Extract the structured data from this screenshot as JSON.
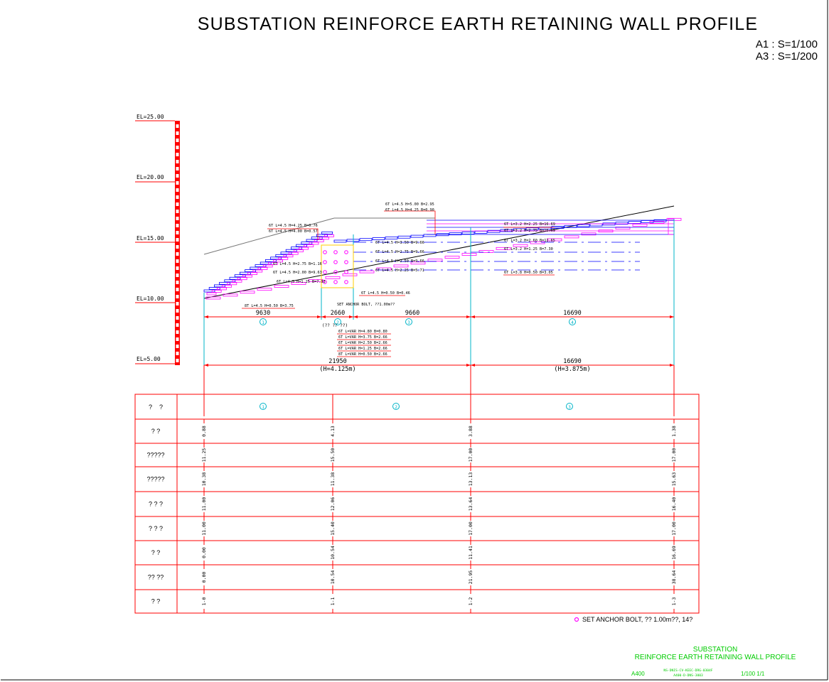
{
  "title": "SUBSTATION REINFORCE EARTH RETAINING WALL PROFILE",
  "scales": [
    "A1 : S=1/100",
    "A3 : S=1/200"
  ],
  "elevations": [
    "EL=25.00",
    "EL=20.00",
    "EL=15.00",
    "EL=10.00",
    "EL=5.00"
  ],
  "wall_labels": {
    "top_center_1": "6T L=4.5 H=5.00 B=2.95",
    "top_center_2": "6T L=4.5 H=4.25 B=0.90",
    "left_top_1": "6T L=4.5 H=4.25 B=0.76",
    "left_top_2": "6T L=4.5 H=4.00 B=0.57",
    "right_top_1": "6T L=3.2 H=2.25 B=16.69",
    "right_top_2": "6T L=3.2 H=2.75 B=16.69",
    "right_mid_1": "6T L=3.2 H=2.60 B=12.65",
    "right_mid_2": "6T L=3.2 H=1.25 B=7.30",
    "center_mid_1": "6T L=4.5 H=3.50 B=9.66",
    "center_mid_2": "6T L=4.5 H=2.75 B=9.66",
    "center_mid_3": "6T L=4.5 H=2.50 B=9.66",
    "center_mid_4": "6T L=4.5 H=2.25 B=5.71",
    "left_low_1": "6T L=4.5 H=2.75 B=1.16",
    "left_low_2": "6T L=4.5 H=2.00 B=9.63",
    "left_low_3": "6T L=4.5 H=1.25 B=7.33",
    "bottom_left": "8T L=4.5 H=0.50 B=3.75",
    "bottom_center": "6T L=4.5 H=0.50 B=0.46",
    "right_low": "6T L=3.8 H=0.50 B=3.05",
    "anchor": "SET ANCHOR BOLT, ??1.00m??"
  },
  "var_labels": [
    "(?? ?? ??)",
    "6T L=VAR H=4.80 B=0.80",
    "6T L=VAR H=3.75 B=2.66",
    "6T L=VAR H=2.50 B=2.66",
    "6T L=VAR H=1.25 B=2.66",
    "8T L=VAR H=0.50 B=2.66"
  ],
  "dims_top": [
    "9630",
    "2660",
    "9660",
    "16690"
  ],
  "segment_markers": [
    "1",
    "2",
    "3",
    "4"
  ],
  "dims_bottom": [
    {
      "len": "21950",
      "h": "(H=4.125m)"
    },
    {
      "len": "16690",
      "h": "(H=3.875m)"
    }
  ],
  "table": {
    "header_label": "?    ?",
    "sections": [
      "1",
      "2",
      "3"
    ],
    "rows": [
      {
        "label": "?    ?",
        "values": [
          "0.88",
          "4.13",
          "3.88",
          "1.38"
        ]
      },
      {
        "label": "?????",
        "values": [
          "11.25",
          "15.50",
          "17.00",
          "17.00"
        ]
      },
      {
        "label": "?????",
        "values": [
          "10.38",
          "11.38",
          "13.13",
          "15.63"
        ]
      },
      {
        "label": "? ? ?",
        "values": [
          "11.00",
          "12.06",
          "13.64",
          "16.40"
        ]
      },
      {
        "label": "? ? ?",
        "values": [
          "11.00",
          "15.40",
          "17.00",
          "17.00"
        ]
      },
      {
        "label": "?    ?",
        "values": [
          "0.00",
          "10.54",
          "11.41",
          "16.69"
        ]
      },
      {
        "label": "?? ??",
        "values": [
          "0.00",
          "10.54",
          "21.95",
          "38.64"
        ]
      },
      {
        "label": "?    ?",
        "values": [
          "1-0",
          "1-1",
          "1-2",
          "1-3"
        ]
      }
    ]
  },
  "legend": "SET ANCHOR BOLT, ?? 1.00m??, 14?",
  "title_block": {
    "line1": "SUBSTATION",
    "line2": "REINFORCE EARTH RETAINING WALL PROFILE",
    "code": "A400",
    "drawing_no_1": "NS-DNIS-CV-KEEC-DRG-0304F",
    "drawing_no_2": "A400-D-DNS-3003",
    "scale": "1/100 1/1"
  },
  "colors": {
    "red": "#ff0000",
    "blue": "#0000ff",
    "magenta": "#ff00ff",
    "cyan": "#00b4c8",
    "green": "#00cc00",
    "black": "#000000",
    "gray": "#777777"
  }
}
